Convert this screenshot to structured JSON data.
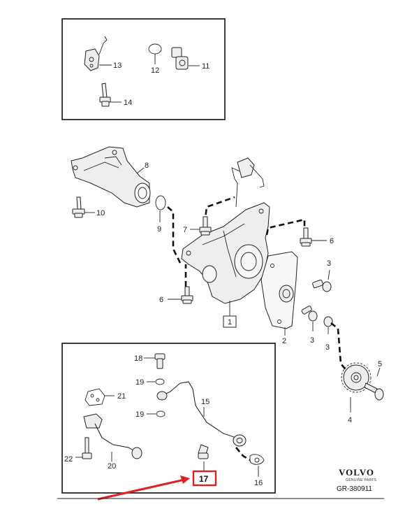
{
  "callouts": {
    "c1": "1",
    "c2": "2",
    "c3a": "3",
    "c3b": "3",
    "c3c": "3",
    "c4": "4",
    "c5": "5",
    "c6a": "6",
    "c6b": "6",
    "c7": "7",
    "c8": "8",
    "c9": "9",
    "c10": "10",
    "c11": "11",
    "c12": "12",
    "c13": "13",
    "c14": "14",
    "c15": "15",
    "c16": "16",
    "c17": "17",
    "c18": "18",
    "c19a": "19",
    "c19b": "19",
    "c20": "20",
    "c21": "21",
    "c22": "22"
  },
  "brand": {
    "name": "VOLVO",
    "subtitle": "GENUINE PARTS"
  },
  "reference": "GR-380911",
  "colors": {
    "highlight": "#e02020",
    "arrow": "#e02020",
    "line": "#222222"
  }
}
